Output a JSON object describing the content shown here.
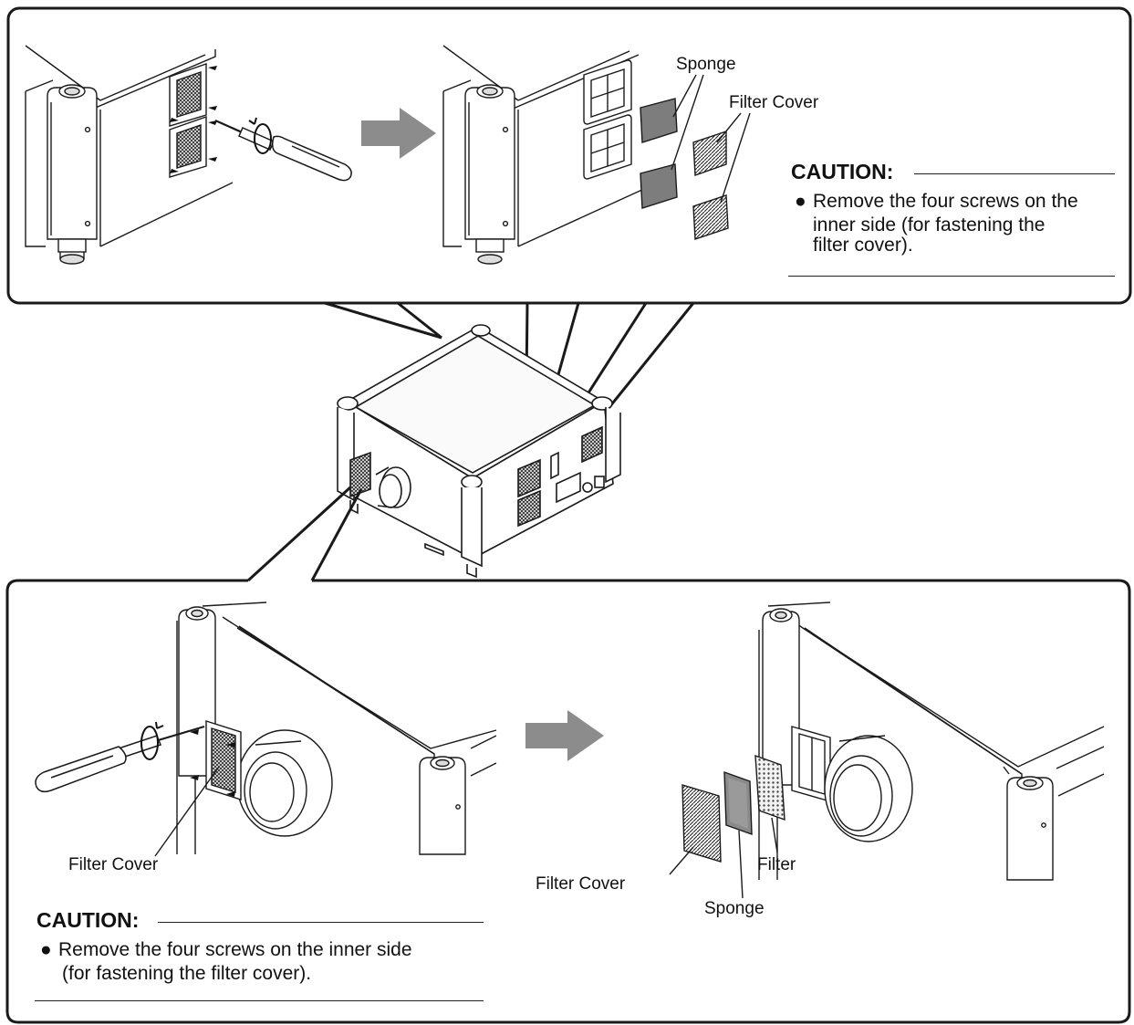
{
  "top_panel": {
    "labels": {
      "sponge": "Sponge",
      "filter_cover": "Filter Cover"
    },
    "caution": {
      "title": "CAUTION:",
      "bullet": "●",
      "lines": [
        "Remove the four screws on the",
        "inner side (for fastening the",
        "filter cover)."
      ]
    }
  },
  "bottom_panel": {
    "labels": {
      "filter_cover_left": "Filter Cover",
      "filter_cover_right": "Filter Cover",
      "filter": "Filter",
      "sponge": "Sponge"
    },
    "caution": {
      "title": "CAUTION:",
      "bullet": "●",
      "lines": [
        "Remove the four screws on the inner side",
        "(for fastening the filter cover)."
      ]
    }
  },
  "colors": {
    "line": "#1a1a1a",
    "arrow": "#8c8c8c",
    "sponge_fill": "#7d7d7d",
    "filter_mesh": "#3a3a3a"
  },
  "icons": [
    "step-arrow-icon",
    "screwdriver-icon",
    "rotation-arrow-icon",
    "projector-icon"
  ]
}
